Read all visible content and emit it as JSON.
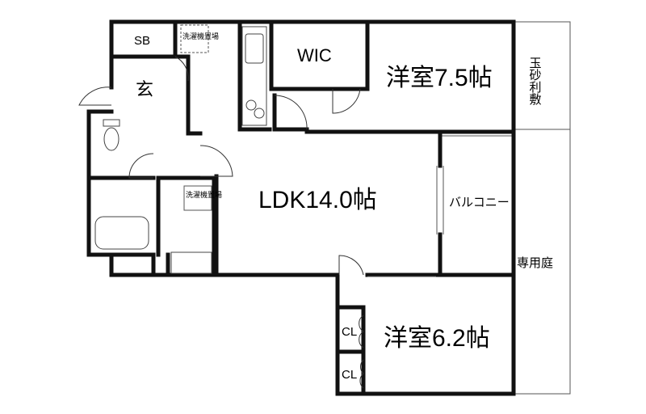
{
  "rooms": {
    "sb": "SB",
    "entrance": "玄",
    "wic": "WIC",
    "western1": "洋室7.5帖",
    "ldk": "LDK14.0帖",
    "western2": "洋室6.2帖",
    "cl1": "CL",
    "cl2": "CL"
  },
  "exterior": {
    "balcony": "バルコニー",
    "gravel": "玉砂利敷",
    "private_garden": "専用庭"
  },
  "fixtures": {
    "washer_top": "洗濯機置場",
    "washer_mid": "洗濯機置場"
  }
}
